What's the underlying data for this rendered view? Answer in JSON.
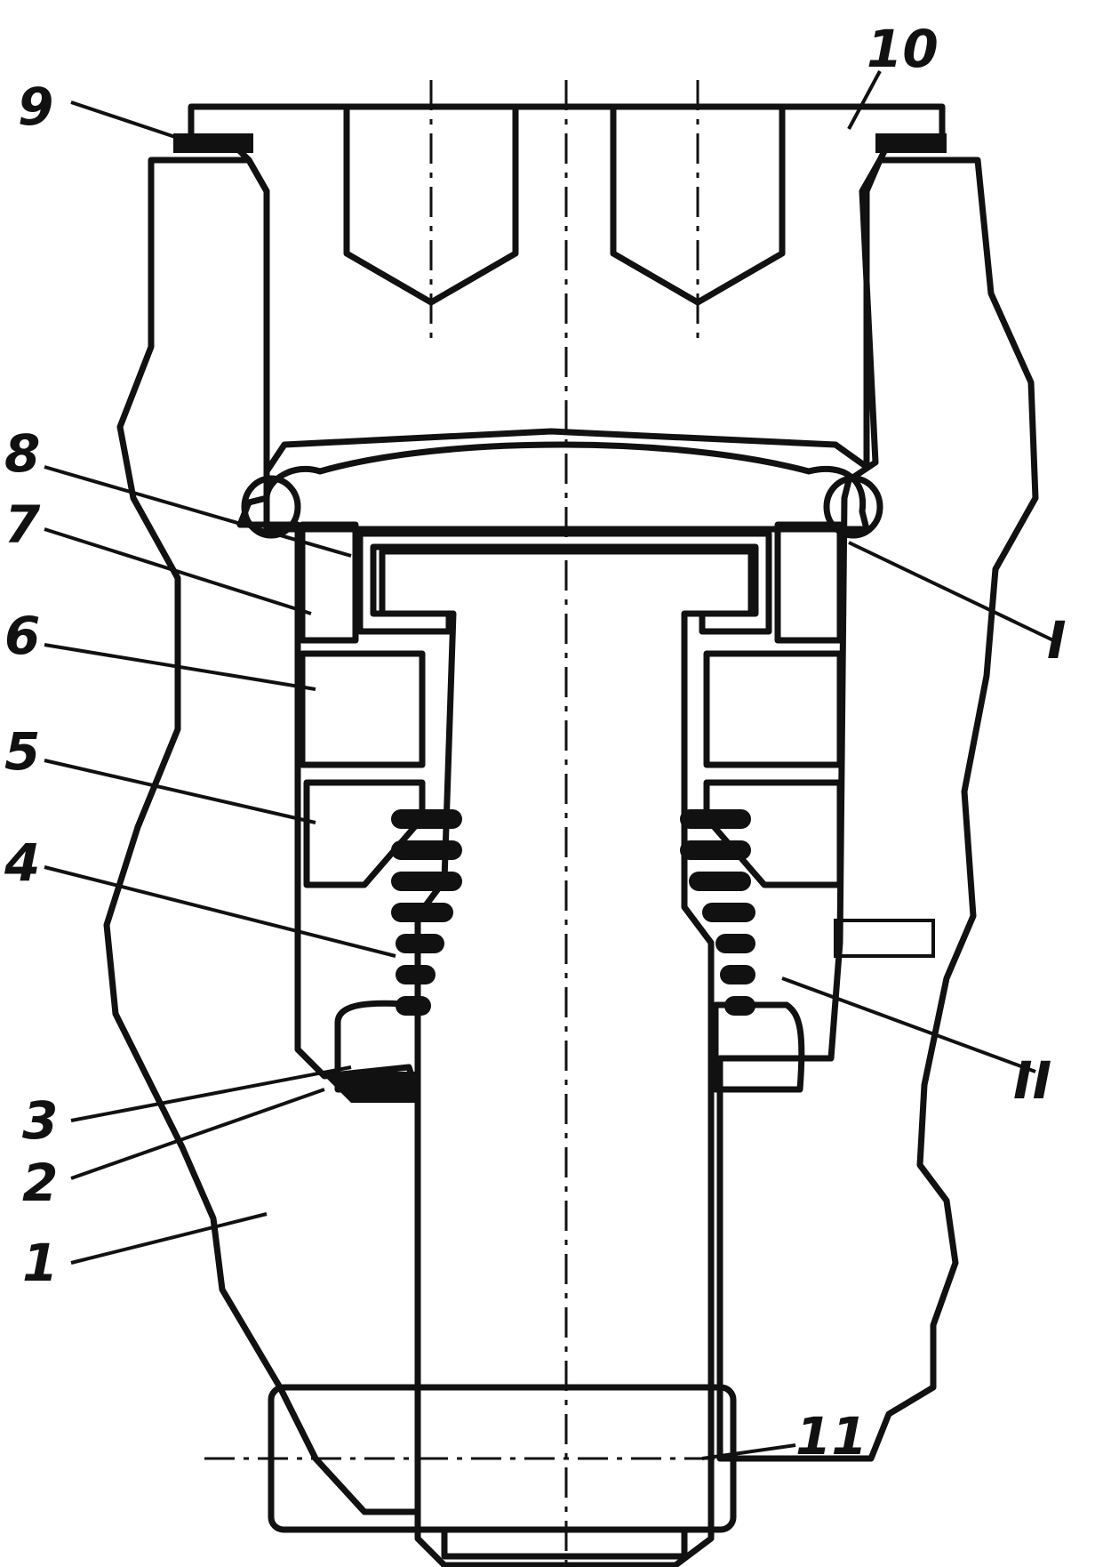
{
  "diagram": {
    "callouts": [
      {
        "id": "1",
        "text": "1"
      },
      {
        "id": "2",
        "text": "2"
      },
      {
        "id": "3",
        "text": "3"
      },
      {
        "id": "4",
        "text": "4"
      },
      {
        "id": "5",
        "text": "5"
      },
      {
        "id": "6",
        "text": "6"
      },
      {
        "id": "7",
        "text": "7"
      },
      {
        "id": "8",
        "text": "8"
      },
      {
        "id": "9",
        "text": "9"
      },
      {
        "id": "10",
        "text": "10"
      },
      {
        "id": "11",
        "text": "11"
      },
      {
        "id": "I",
        "text": "I"
      },
      {
        "id": "II",
        "text": "II"
      }
    ]
  }
}
